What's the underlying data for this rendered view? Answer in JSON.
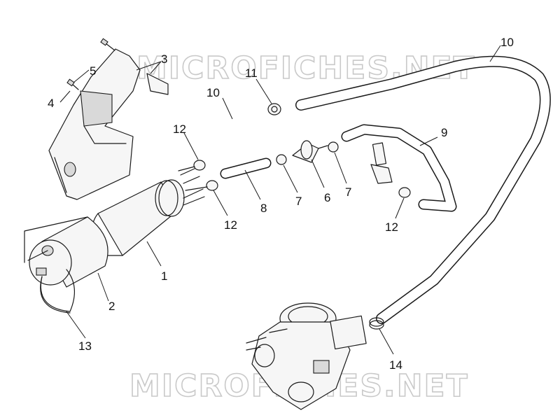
{
  "watermark": {
    "top": "MICROFICHES.NET",
    "bottom": "MICROFICHES.NET"
  },
  "callouts": {
    "c1": "1",
    "c2": "2",
    "c3": "3",
    "c4": "4",
    "c5": "5",
    "c6": "6",
    "c7a": "7",
    "c7b": "7",
    "c8": "8",
    "c9": "9",
    "c10a": "10",
    "c10b": "10",
    "c11": "11",
    "c12a": "12",
    "c12b": "12",
    "c12c": "12",
    "c13": "13",
    "c14": "14"
  }
}
